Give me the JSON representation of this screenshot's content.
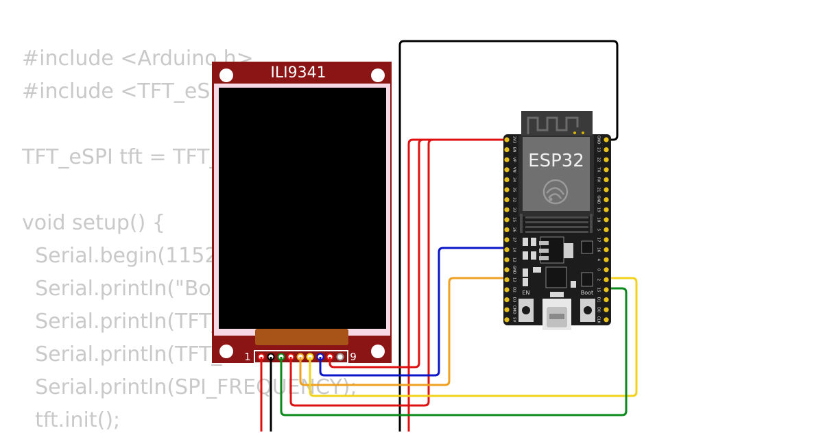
{
  "code_lines": [
    "#include <Arduino.h>",
    "#include <TFT_eSPI.h>",
    "",
    "TFT_eSPI tft = TFT_eSPI();",
    "",
    "void setup() {",
    "  Serial.begin(115200);",
    "  Serial.println(\"Boot\");",
    "  Serial.println(TFT_WIDTH);",
    "  Serial.println(TFT_HEIGHT);",
    "  Serial.println(SPI_FREQUENCY);",
    "  tft.init();"
  ],
  "display": {
    "title": "ILI9341",
    "pin_first": "1",
    "pin_last": "9",
    "frame_color": "#8b1414",
    "screen_color": "#000000"
  },
  "board": {
    "title": "ESP32",
    "left_pins": [
      "3V3",
      "EN",
      "VP",
      "VN",
      "34",
      "35",
      "32",
      "33",
      "25",
      "26",
      "27",
      "14",
      "12",
      "GND",
      "13",
      "D2",
      "D3",
      "CMD",
      "5V"
    ],
    "right_pins": [
      "GND",
      "23",
      "22",
      "TX",
      "RX",
      "21",
      "GND",
      "19",
      "18",
      "5",
      "17",
      "16",
      "4",
      "0",
      "2",
      "15",
      "D1",
      "D0",
      "CLK"
    ],
    "button_en": "EN",
    "button_boot": "Boot"
  },
  "wire_colors": {
    "red": "#e01010",
    "black": "#000000",
    "blue": "#0a14c8",
    "orange": "#f0a020",
    "yellow": "#f2d21a",
    "green": "#0a8a1a"
  }
}
